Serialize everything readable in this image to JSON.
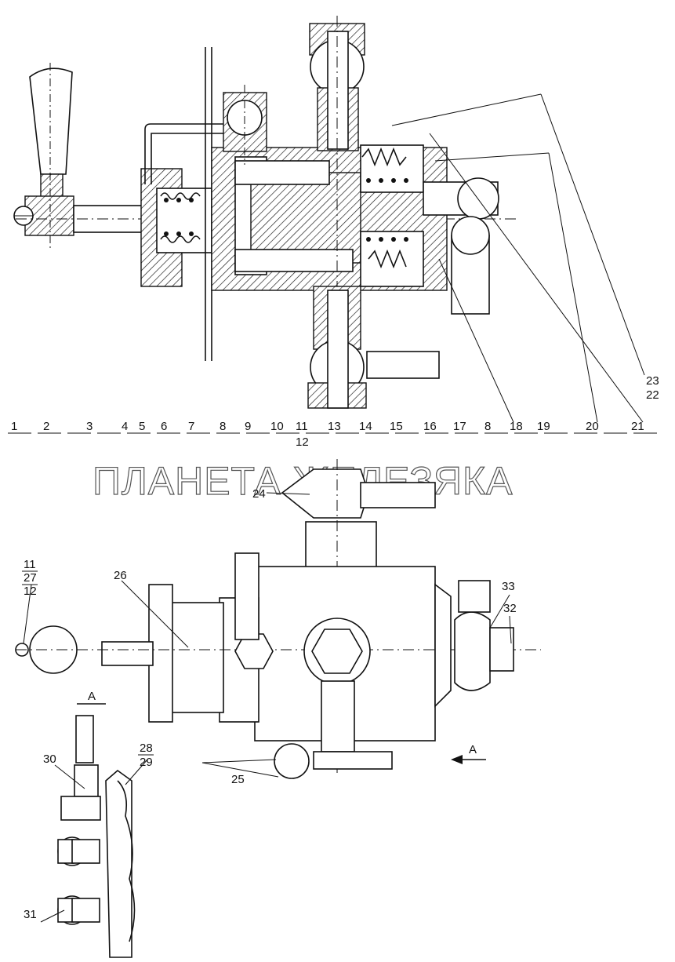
{
  "watermark": "ПЛАНЕТА ЖЕЛЕЗЯКА",
  "view_marker": "А",
  "callouts_top": [
    "1",
    "2",
    "3",
    "4",
    "5",
    "6",
    "7",
    "8",
    "9",
    "10",
    "11",
    "13",
    "14",
    "15",
    "16",
    "17",
    "8",
    "18",
    "19",
    "20",
    "21"
  ],
  "callout_12_top": "12",
  "callout_23": "23",
  "callout_22": "22",
  "callouts_mid": {
    "c24": "24",
    "c26": "26",
    "c33": "33",
    "c32": "32",
    "c25": "25",
    "c11": "11",
    "c27": "27",
    "c12": "12"
  },
  "callouts_low": {
    "c30": "30",
    "c28": "28",
    "c29": "29",
    "c31": "31"
  }
}
